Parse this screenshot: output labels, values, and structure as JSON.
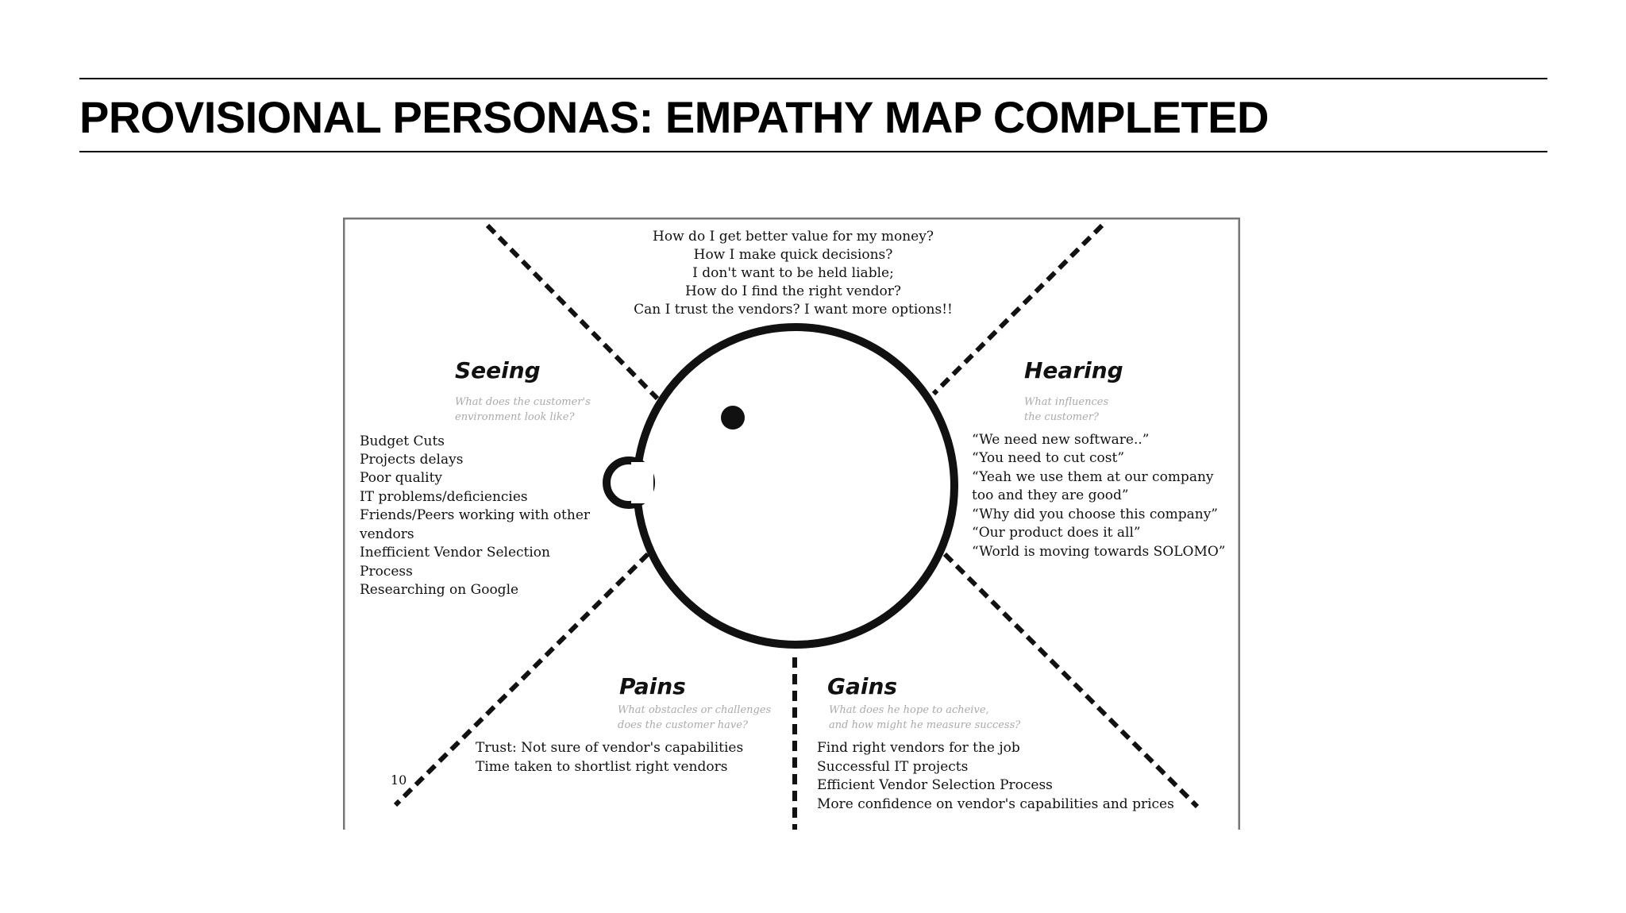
{
  "slide": {
    "title": "PROVISIONAL PERSONAS: EMPATHY MAP COMPLETED"
  },
  "empathy_map": {
    "thinking": [
      "How do I get better value for my money?",
      "How I make quick decisions?",
      "I don't want to be held liable;",
      "How do I find the right vendor?",
      "Can I trust the vendors? I want more options!!"
    ],
    "seeing": {
      "heading": "Seeing",
      "prompt": [
        "What does the customer's",
        "environment look like?"
      ],
      "items": [
        "Budget Cuts",
        "Projects delays",
        "Poor quality",
        "IT problems/deficiencies",
        "Friends/Peers working with other",
        "vendors",
        "Inefficient Vendor Selection",
        "Process",
        "Researching on Google"
      ]
    },
    "hearing": {
      "heading": "Hearing",
      "prompt": [
        "What influences",
        "the customer?"
      ],
      "items": [
        "“We need new software..”",
        "“You need to cut cost”",
        "“Yeah we use them at our company",
        "too and they are good”",
        "“Why did you choose this company”",
        "“Our product does it all”",
        "“World is moving towards SOLOMO”"
      ]
    },
    "pains": {
      "heading": "Pains",
      "prompt": [
        "What obstacles or challenges",
        "does the customer have?"
      ],
      "items": [
        "Trust: Not sure of vendor's capabilities",
        "Time taken to shortlist right vendors"
      ]
    },
    "gains": {
      "heading": "Gains",
      "prompt": [
        "What does he hope to acheive,",
        "and how might he measure success?"
      ],
      "items": [
        "Find right vendors for the job",
        "Successful IT projects",
        "Efficient Vendor Selection Process",
        "More confidence on vendor's capabilities and prices"
      ]
    },
    "page_number": "10"
  }
}
